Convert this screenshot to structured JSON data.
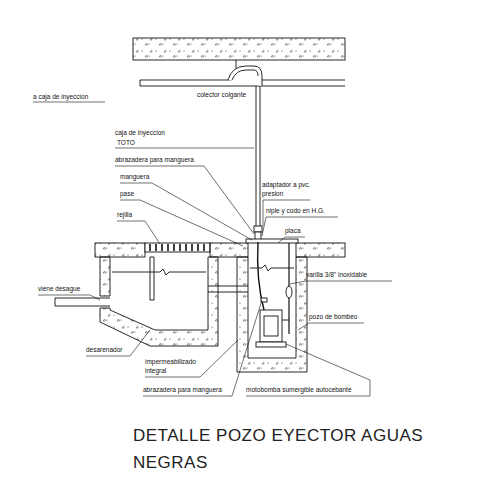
{
  "diagram": {
    "title": "DETALLE POZO EYECTOR AGUAS NEGRAS",
    "labels": [
      "a caja de inyeccion",
      "colector colgante",
      "caja de inyeccion",
      "TOTO",
      "abrazadera para manguera",
      "manguera",
      "pase",
      "rejilla",
      "adaptador a pvc. presion",
      "niple y codo en H.G.",
      "placa",
      "varilla 3/8\" inoxidable",
      "viene desague",
      "pozo de bombeo",
      "desarenador",
      "impermeabilizado integral",
      "abrazadera para manguera",
      "motobomba sumergible autocebante"
    ]
  }
}
